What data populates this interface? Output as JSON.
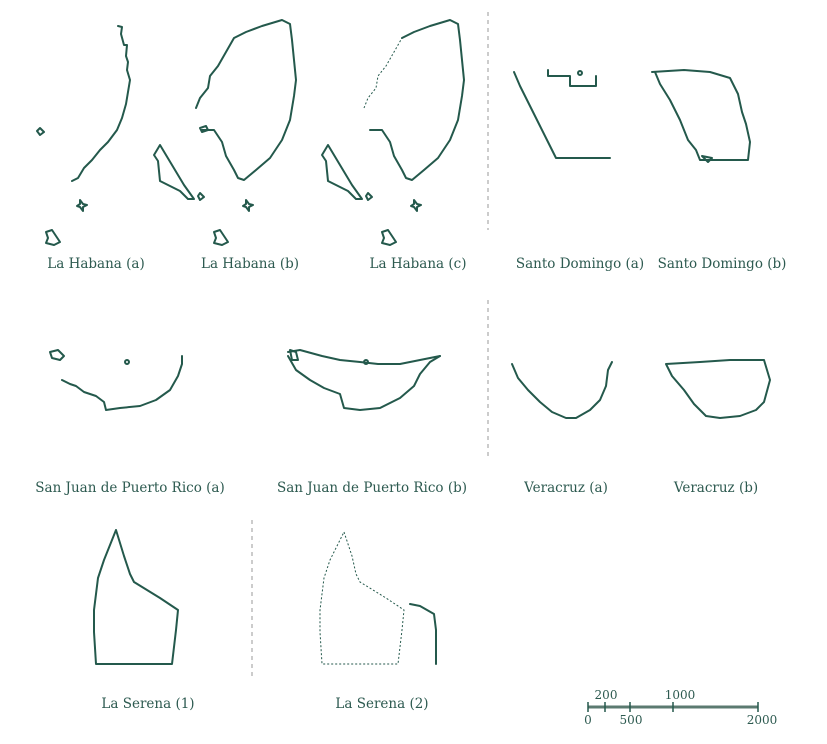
{
  "stroke_color": "#24594c",
  "labels": {
    "habana_a": "La Habana (a)",
    "habana_b": "La Habana (b)",
    "habana_c": "La Habana (c)",
    "santo_domingo_a": "Santo Domingo (a)",
    "santo_domingo_b": "Santo Domingo (b)",
    "san_juan_a": "San Juan de Puerto Rico (a)",
    "san_juan_b": "San Juan de Puerto Rico (b)",
    "veracruz_a": "Veracruz (a)",
    "veracruz_b": "Veracruz (b)",
    "la_serena_1": "La Serena (1)",
    "la_serena_2": "La Serena (2)"
  },
  "scale_bar": {
    "upper_ticks": [
      "200",
      "1000"
    ],
    "lower_ticks": [
      "0",
      "500",
      "2000"
    ]
  }
}
